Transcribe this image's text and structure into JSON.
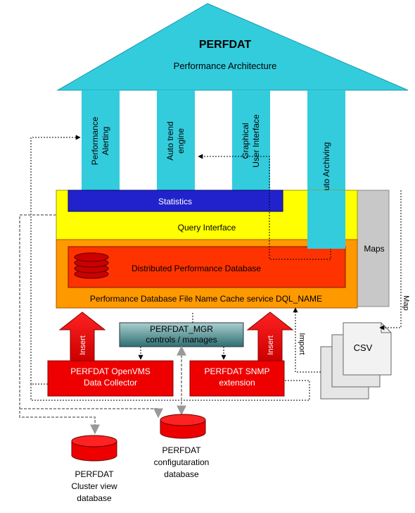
{
  "roof": {
    "title": "PERFDAT",
    "subtitle": "Performance Architecture"
  },
  "pillars": {
    "alerting_line1": "Performance",
    "alerting_line2": "Alerting",
    "trend_line1": "Auto trend",
    "trend_line2": "engine",
    "gui_line1": "Graphical",
    "gui_line2": "User Interface",
    "archiving": "Auto Archiving"
  },
  "layers": {
    "statistics": "Statistics",
    "query_interface": "Query Interface",
    "maps": "Maps",
    "distributed_db": "Distributed Performance Database",
    "file_name_cache": "Performance Database File Name Cache service DQL_NAME"
  },
  "manager": {
    "line1": "PERFDAT_MGR",
    "line2": "controls / manages"
  },
  "collectors": {
    "openvms_line1": "PERFDAT OpenVMS",
    "openvms_line2": "Data Collector",
    "snmp_line1": "PERFDAT SNMP",
    "snmp_line2": "extension"
  },
  "arrows": {
    "insert_left": "Insert",
    "insert_right": "Insert",
    "import": "Import",
    "map": "Map"
  },
  "csv": {
    "label": "CSV"
  },
  "databases": {
    "config_line1": "PERFDAT",
    "config_line2": "configutaration",
    "config_line3": "database",
    "cluster_line1": "PERFDAT",
    "cluster_line2": "Cluster view",
    "cluster_line3": "database"
  },
  "colors": {
    "roof": "#33ccdd",
    "pillar": "#33ccdd",
    "query": "#ffff00",
    "statistics": "#2222cc",
    "database_layer": "#ff9900",
    "distributed": "#ff3300",
    "collector": "#ee0000",
    "manager": "#4a8a8a",
    "maps": "#c8c8c8"
  }
}
